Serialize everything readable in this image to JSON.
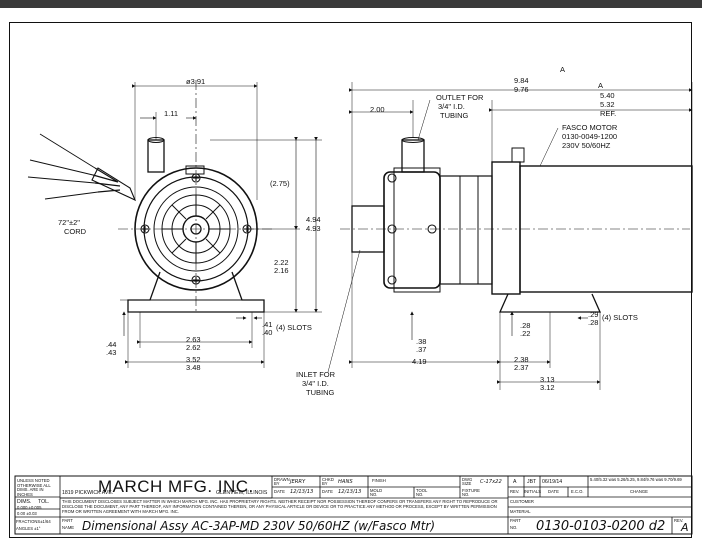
{
  "dims": {
    "d_391": "ø3.91",
    "d_111": "1.11",
    "d_275": "(2.75)",
    "d_494": "4.94",
    "d_493": "4.93",
    "d_222": "2.22",
    "d_216": "2.16",
    "d_041": ".41",
    "d_040": ".40",
    "slots_left": "(4) SLOTS",
    "d_044": ".44",
    "d_043": ".43",
    "d_263": "2.63",
    "d_262": "2.62",
    "d_352": "3.52",
    "d_348": "3.48",
    "cord1": "72\"±2\"",
    "cord2": "CORD",
    "d_984": "9.84",
    "d_976": "9.76",
    "rev_a1": "A",
    "d_540": "5.40",
    "d_532": "5.32",
    "rev_a2": "A",
    "ref": "REF.",
    "d_200": "2.00",
    "outlet1": "OUTLET FOR",
    "outlet2": "3/4\" I.D.",
    "outlet3": "TUBING",
    "motor1": "FASCO MOTOR",
    "motor2": "0130-0049-1200",
    "motor3": "230V 50/60HZ",
    "d_029": ".29",
    "d_028": ".28",
    "slots_right": "(4) SLOTS",
    "d_028b": ".28",
    "d_022": ".22",
    "d_038": ".38",
    "d_037": ".37",
    "d_419": "4.19",
    "d_238": "2.38",
    "d_237": "2.37",
    "d_313": "3.13",
    "d_312": "3.12",
    "inlet1": "INLET FOR",
    "inlet2": "3/4\" I.D.",
    "inlet3": "TUBING"
  },
  "title_block": {
    "unless_noted": "UNLESS NOTED OTHERWISE ALL DIMS. ARE IN INCHES",
    "dims_label": "DIMS.",
    "tol_label": "TOL.",
    "tol_row1": "0.000   ±0.005",
    "tol_row2": "0.00    ±0.03",
    "fractions": "FRACTIONS±1/64",
    "angles": "ANGLES ±1°",
    "company": "MARCH MFG. INC.",
    "address": "1819 PICKWICK AVE.",
    "city": "GLENVIEW, ILLINOIS",
    "disclaimer": "THIS DOCUMENT DISCLOSES SUBJECT MATTER IN WHICH MARCH MFG. INC. HAS PROPRIETARY RIGHTS. NEITHER RECEIPT NOR POSSESSION THEREOF CONFERS OR TRANSFERS ANY RIGHT TO REPRODUCE OR DISCLOSE THE DOCUMENT, ANY PART THEREOF, ANY INFORMATION CONTAINED THEREIN, OR ANY PHYSICAL ARTICLE OR DEVICE OR TO PRACTICE ANY METHOD OR PROCESS, EXCEPT BY WRITTEN PERMISSION FROM OR WRITTEN AGREEMENT WITH MARCH MFG. INC.",
    "drawn_by_label": "DRAWN BY",
    "drawn_by": "JERRY",
    "chkd_by_label": "CHKD BY",
    "chkd_by": "HANS",
    "finish_label": "FINISH",
    "date_label1": "DATE",
    "date1": "12/13/13",
    "date_label2": "DATE",
    "date2": "12/13/13",
    "mold_label": "MOLD NO.",
    "tool_label": "TOOL NO.",
    "dwg_size_label": "DWG SIZE",
    "dwg_size": "C-17x22",
    "fixture_label": "FIXTURE NO.",
    "part_label": "PART",
    "name_label": "NAME",
    "part_name": "Dimensional Assy AC-3AP-MD 230V 50/60HZ (w/Fasco Mtr)",
    "partno_label1": "PART",
    "partno_label2": "NO.",
    "part_no": "0130-0103-0200 d2",
    "rev_label": "REV.",
    "rev": "A",
    "rev_row_rev": "A",
    "rev_row_initials": "JBT",
    "rev_row_date": "06/19/14",
    "rev_row_change": "5.40/5.32 was 5.26/5.25, 9.84/9.76 was 9.70/9.69",
    "hdr_rev": "REV.",
    "hdr_initials": "INITIALS",
    "hdr_date": "DATE",
    "hdr_eco": "E.C.O.",
    "hdr_change": "CHANGE",
    "customer_label": "CUSTOMER",
    "material_label": "MATERIAL"
  }
}
